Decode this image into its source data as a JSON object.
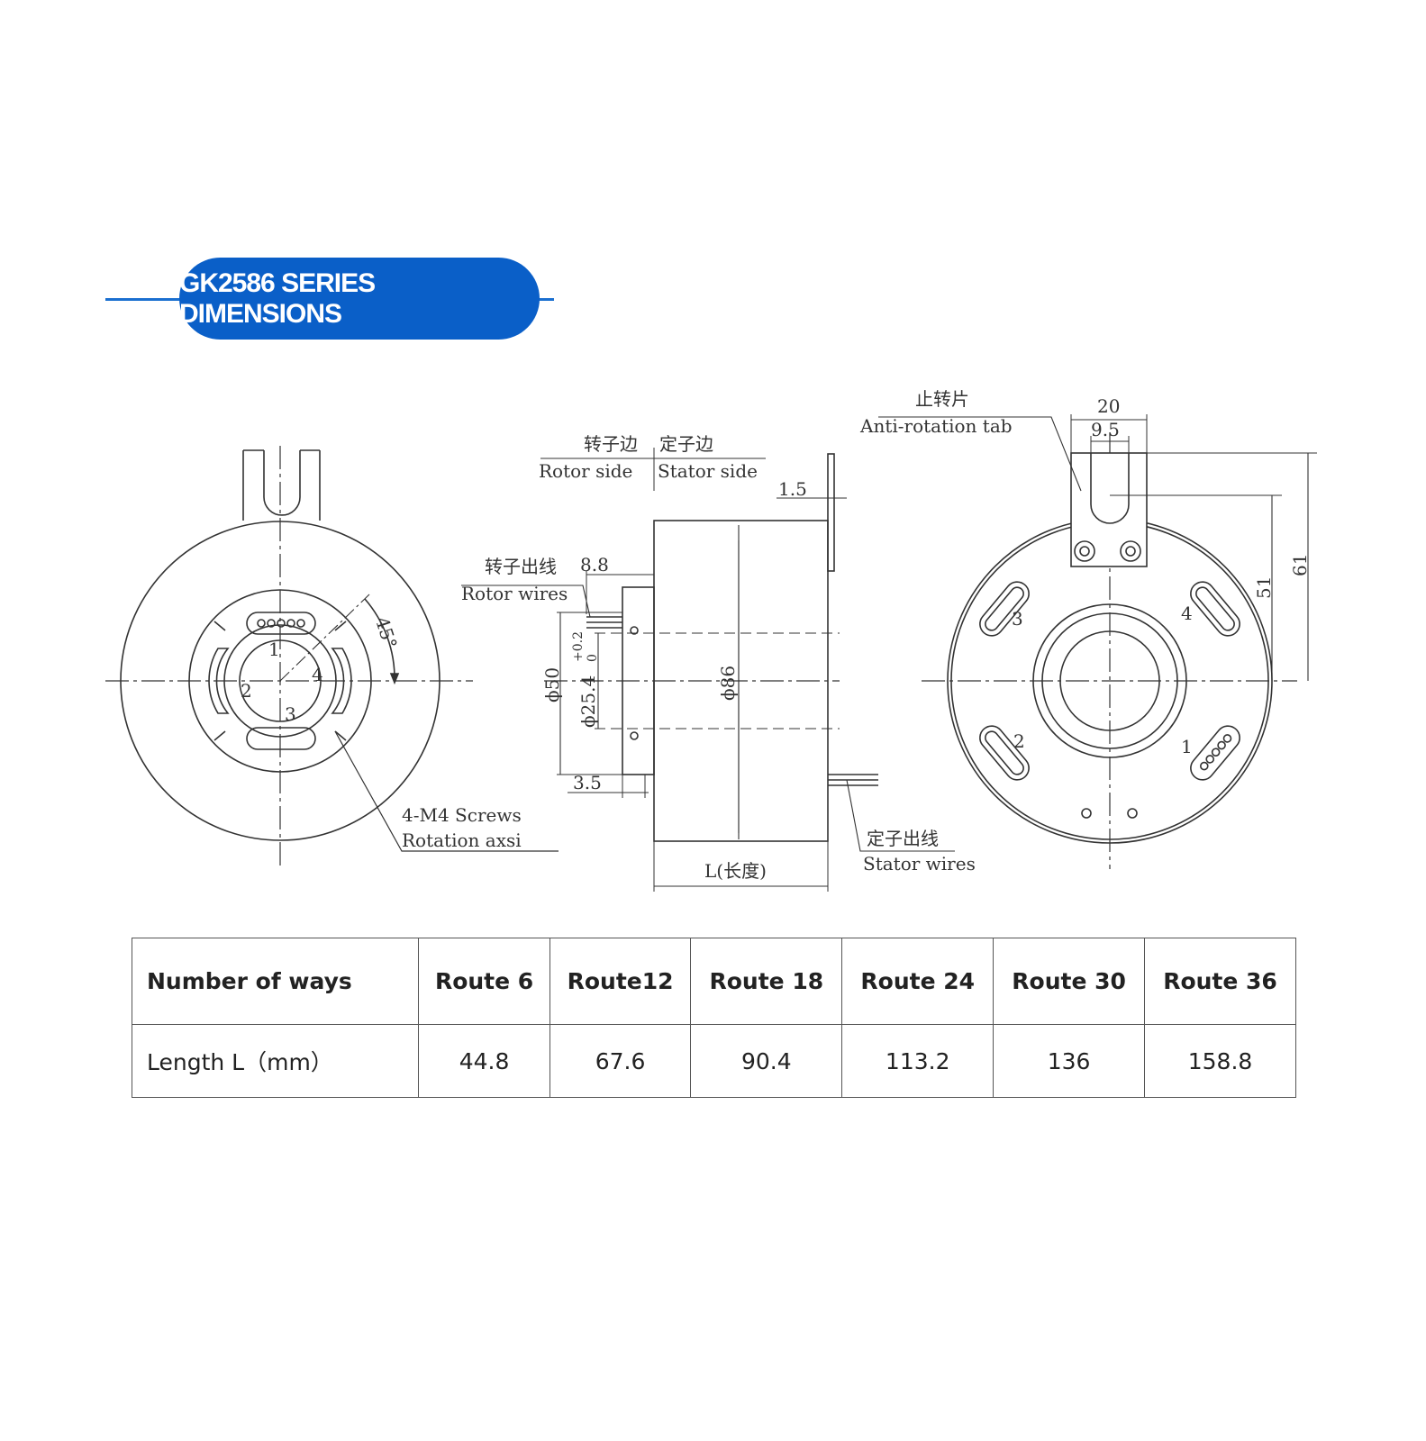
{
  "header": {
    "title": "GK2586 SERIES DIMENSIONS",
    "accent_color": "#0a5fc8"
  },
  "drawing": {
    "front_view": {
      "angle_label": "45°",
      "slot_numbers": [
        "1",
        "2",
        "3",
        "4"
      ],
      "screws_label": "4-M4 Screws",
      "axis_label": "Rotation axsi"
    },
    "side_view": {
      "rotor_side_cn": "转子边",
      "stator_side_cn": "定子边",
      "rotor_side": "Rotor side",
      "stator_side": "Stator side",
      "dim_tab_thickness": "1.5",
      "rotor_wires_cn": "转子出线",
      "rotor_wires": "Rotor wires",
      "dim_rotor_wire": "8.8",
      "dim_bore_tol_plus": "+0.2",
      "dim_bore_tol_minus": "0",
      "dim_flange": "ϕ50",
      "dim_bore": "ϕ25.4",
      "dim_body": "ϕ86",
      "dim_flange_thickness": "3.5",
      "stator_wires_cn": "定子出线",
      "stator_wires": "Stator wires",
      "length_label": "L(长度)"
    },
    "rear_view": {
      "anti_rotation_cn": "止转片",
      "anti_rotation": "Anti-rotation tab",
      "dim_tab_width": "20",
      "dim_slot_width": "9.5",
      "dim_height_51": "51",
      "dim_height_61": "61",
      "slot_numbers": [
        "3",
        "4",
        "2",
        "1"
      ]
    }
  },
  "table": {
    "headers": [
      "Number of ways",
      "Route 6",
      "Route12",
      "Route 18",
      "Route 24",
      "Route 30",
      "Route 36"
    ],
    "row_label": "Length L（mm）",
    "values": [
      "44.8",
      "67.6",
      "90.4",
      "113.2",
      "136",
      "158.8"
    ]
  }
}
